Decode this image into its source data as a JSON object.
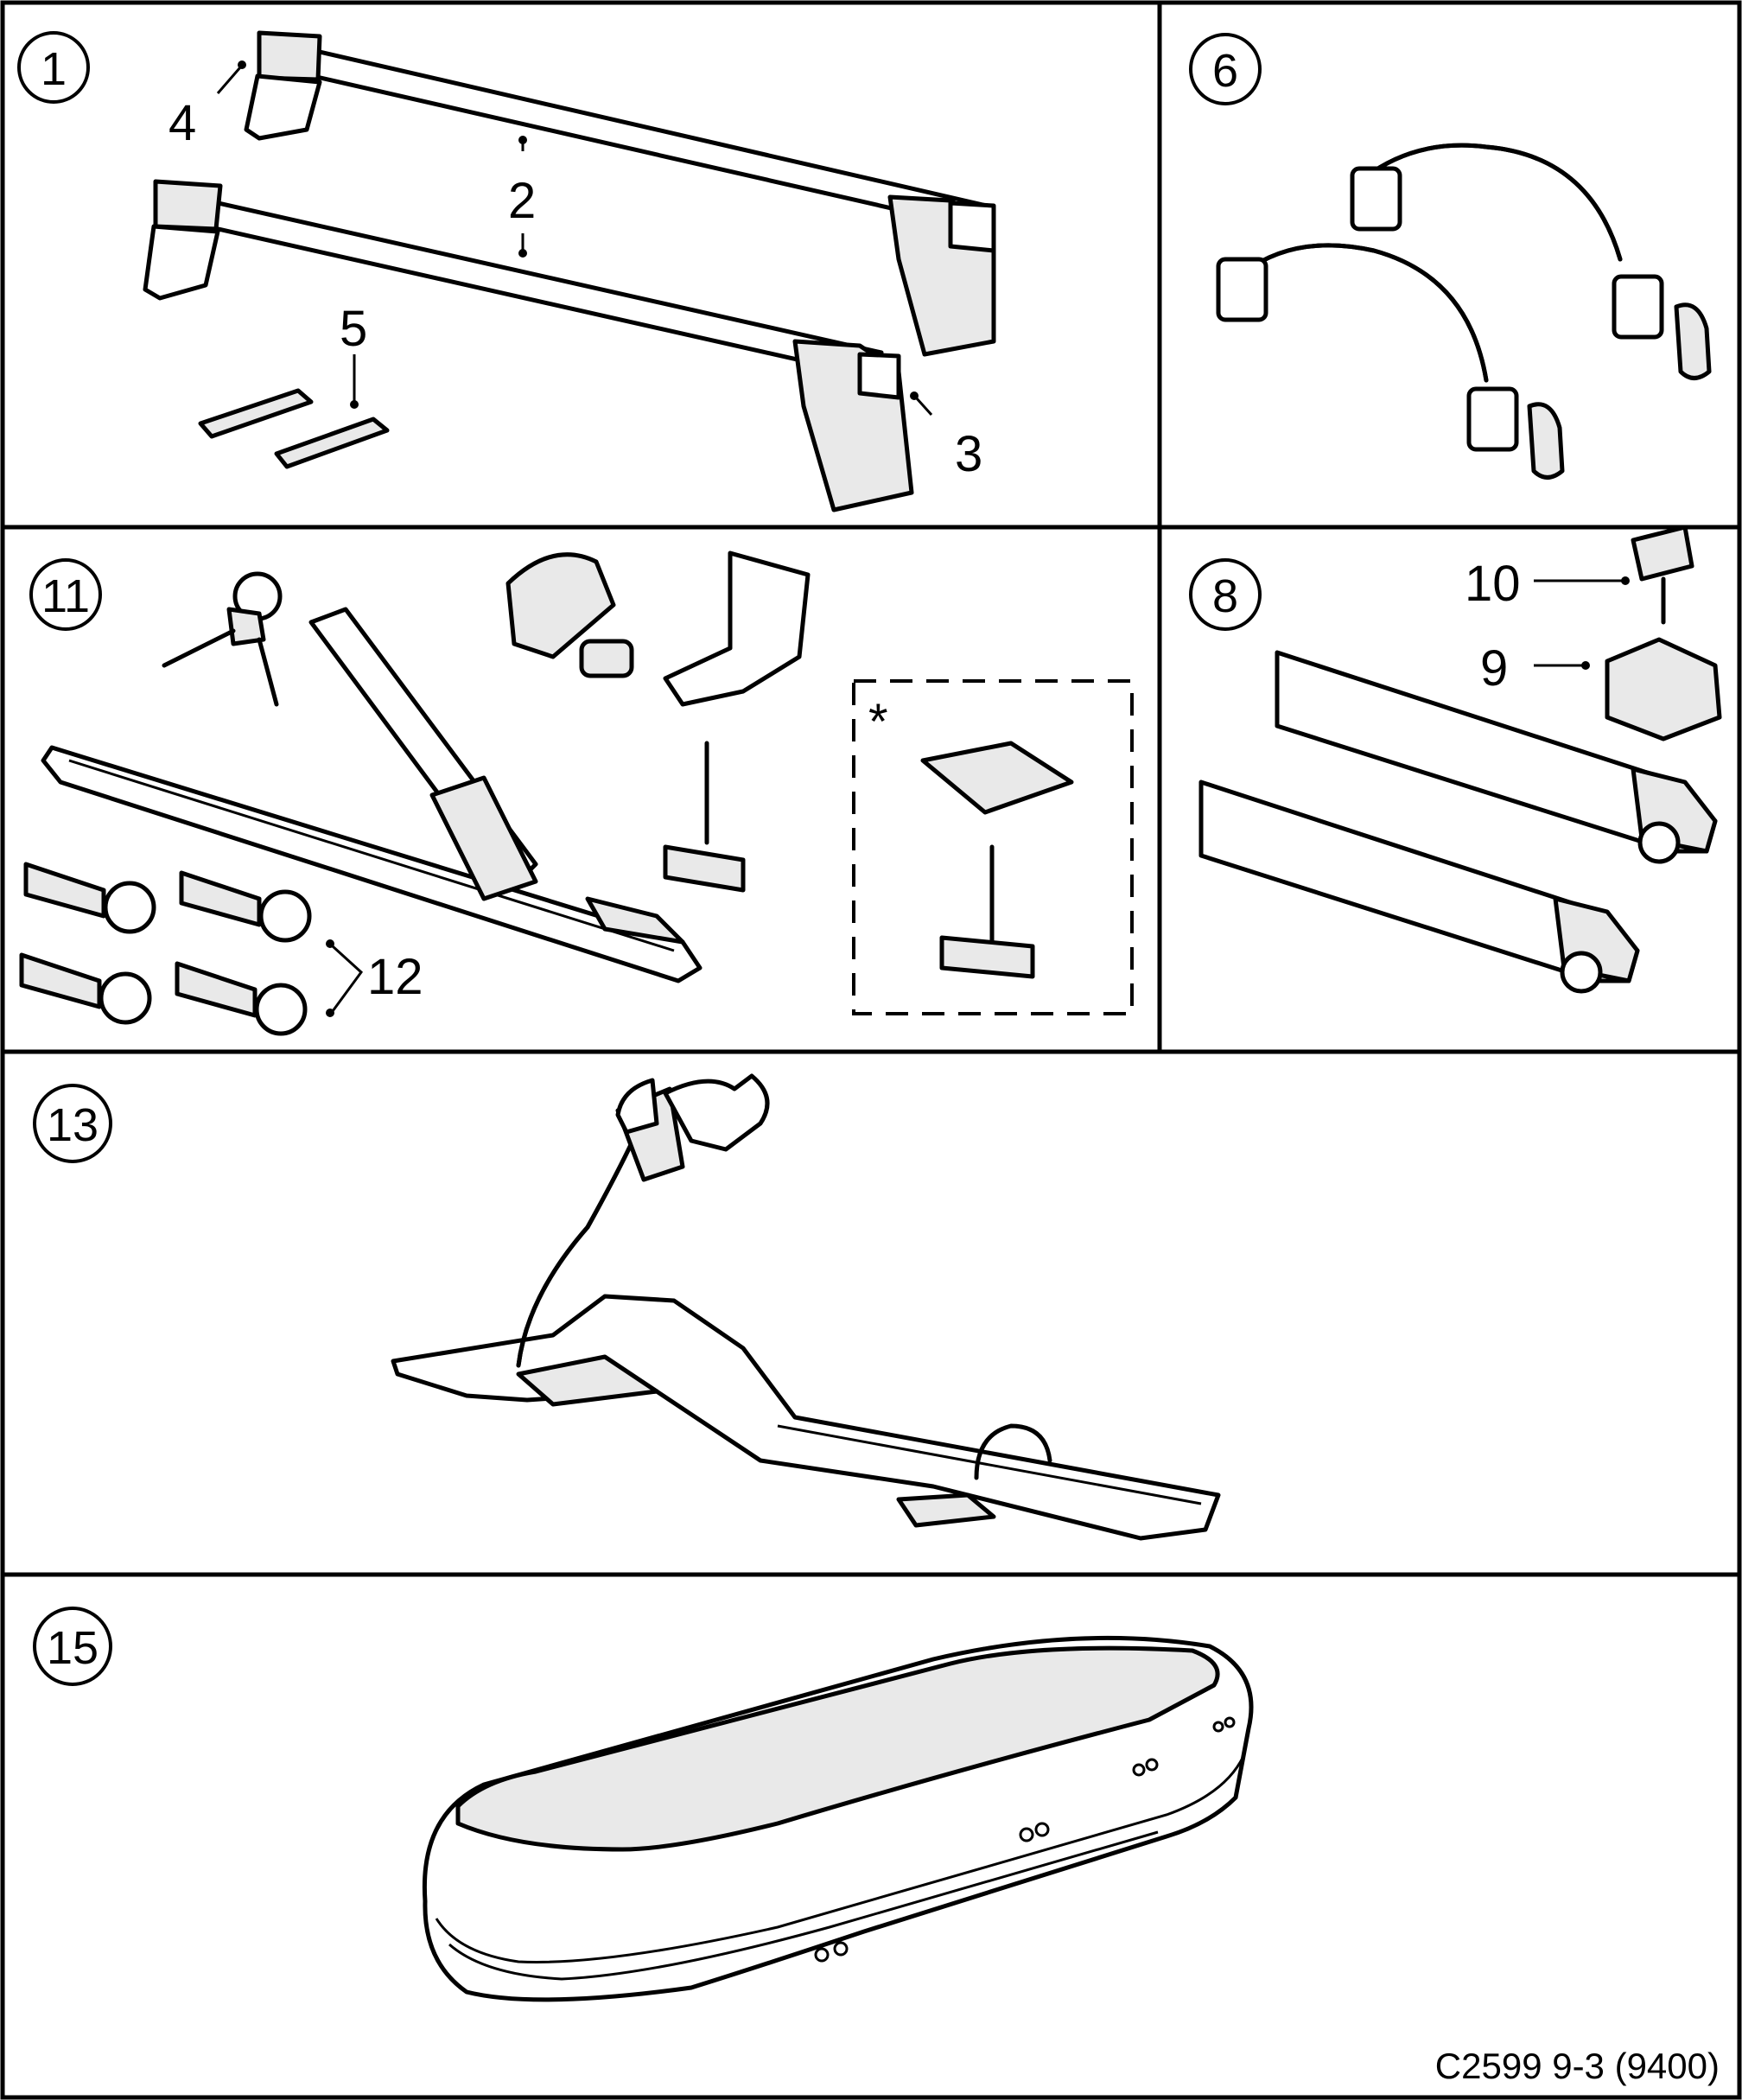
{
  "panels": {
    "p1": {
      "number": "1",
      "callouts": {
        "c4": "4",
        "c2": "2",
        "c5": "5",
        "c3": "3"
      }
    },
    "p6": {
      "number": "6"
    },
    "p11": {
      "number": "11",
      "callouts": {
        "c12": "12",
        "asterisk": "*"
      }
    },
    "p8": {
      "number": "8",
      "callouts": {
        "c10": "10",
        "c9": "9"
      }
    },
    "p13": {
      "number": "13"
    },
    "p15": {
      "number": "15"
    }
  },
  "drawing_code": "C2599 9-3 (9400)"
}
